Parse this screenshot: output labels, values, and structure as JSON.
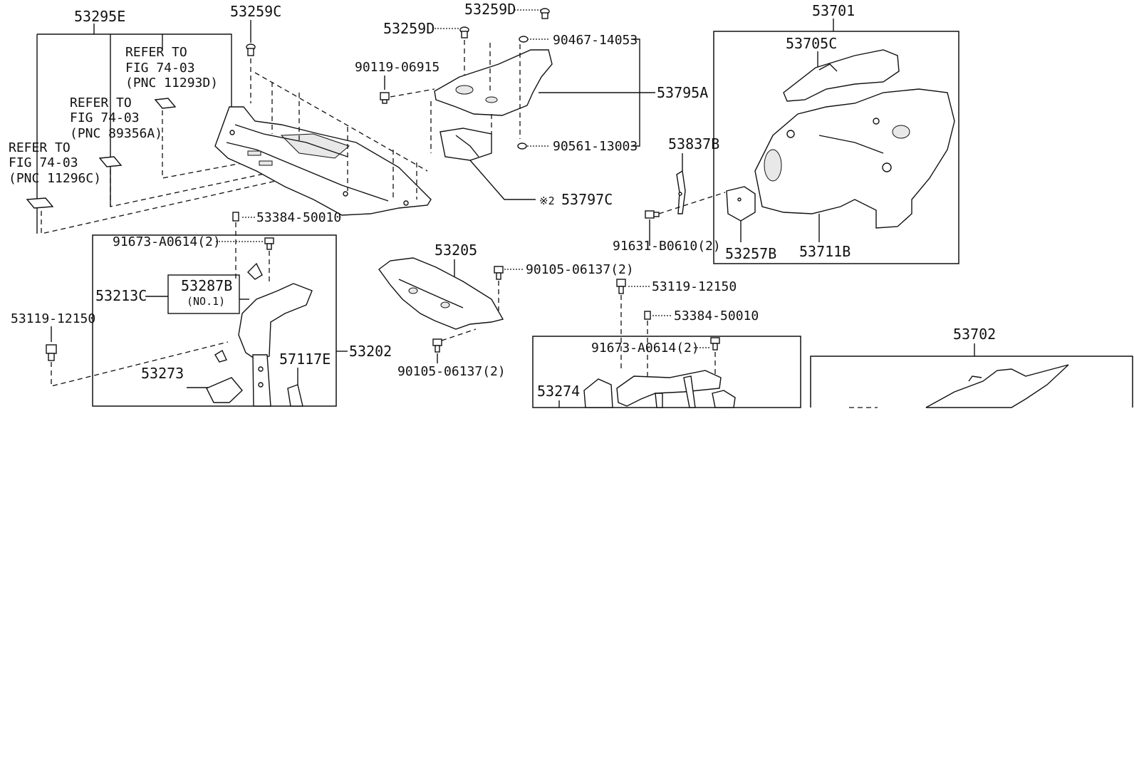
{
  "labels": {
    "p53295E": "53295E",
    "p53259C": "53259C",
    "p53259D_a": "53259D",
    "p53259D_b": "53259D",
    "p90119": "90119-06915",
    "p90467": "90467-14053",
    "p53795A": "53795A",
    "p90561": "90561-13003",
    "p53797C": "53797C",
    "note_x2": "※2",
    "p53701": "53701",
    "p53705C": "53705C",
    "p53837B": "53837B",
    "p91631": "91631-B0610(2)",
    "p53257B": "53257B",
    "p53711B": "53711B",
    "p53384_a": "53384-50010",
    "p91673_a": "91673-A0614(2)",
    "p53213C": "53213C",
    "p53287B": "53287B",
    "p53287B_sub": "(NO.1)",
    "p53119_a": "53119-12150",
    "p53273": "53273",
    "p57117E": "57117E",
    "p53202": "53202",
    "p53205": "53205",
    "p90105_a": "90105-06137(2)",
    "p90105_b": "90105-06137(2)",
    "p53119_b": "53119-12150",
    "p53384_b": "53384-50010",
    "p91673_b": "91673-A0614(2)",
    "p53274": "53274",
    "p53702": "53702"
  },
  "refs": {
    "ref1": {
      "line1": "REFER TO",
      "line2": "FIG 74-03",
      "line3": "(PNC 11293D)"
    },
    "ref2": {
      "line1": "REFER TO",
      "line2": "FIG 74-03",
      "line3": "(PNC 89356A)"
    },
    "ref3": {
      "line1": "REFER TO",
      "line2": "FIG 74-03",
      "line3": "(PNC 11296C)"
    }
  }
}
